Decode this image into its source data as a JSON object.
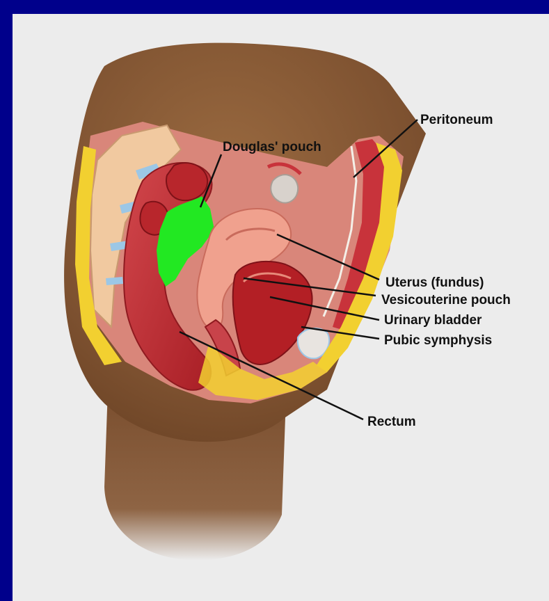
{
  "labels": {
    "peritoneum": "Peritoneum",
    "douglas_pouch": "Douglas' pouch",
    "uterus_fundus": "Uterus (fundus)",
    "vesicouterine_pouch": "Vesicouterine pouch",
    "urinary_bladder": "Urinary bladder",
    "pubic_symphysis": "Pubic symphysis",
    "rectum": "Rectum"
  },
  "colors": {
    "frame": "#00008b",
    "panel": "#ececec",
    "skin": "#8a5a34",
    "highlight": "#22e822",
    "muscle": "#c8333b",
    "bladder": "#b31f25",
    "uterus": "#f0a18e",
    "bone": "#f1c9a0",
    "fat": "#f2d030"
  }
}
